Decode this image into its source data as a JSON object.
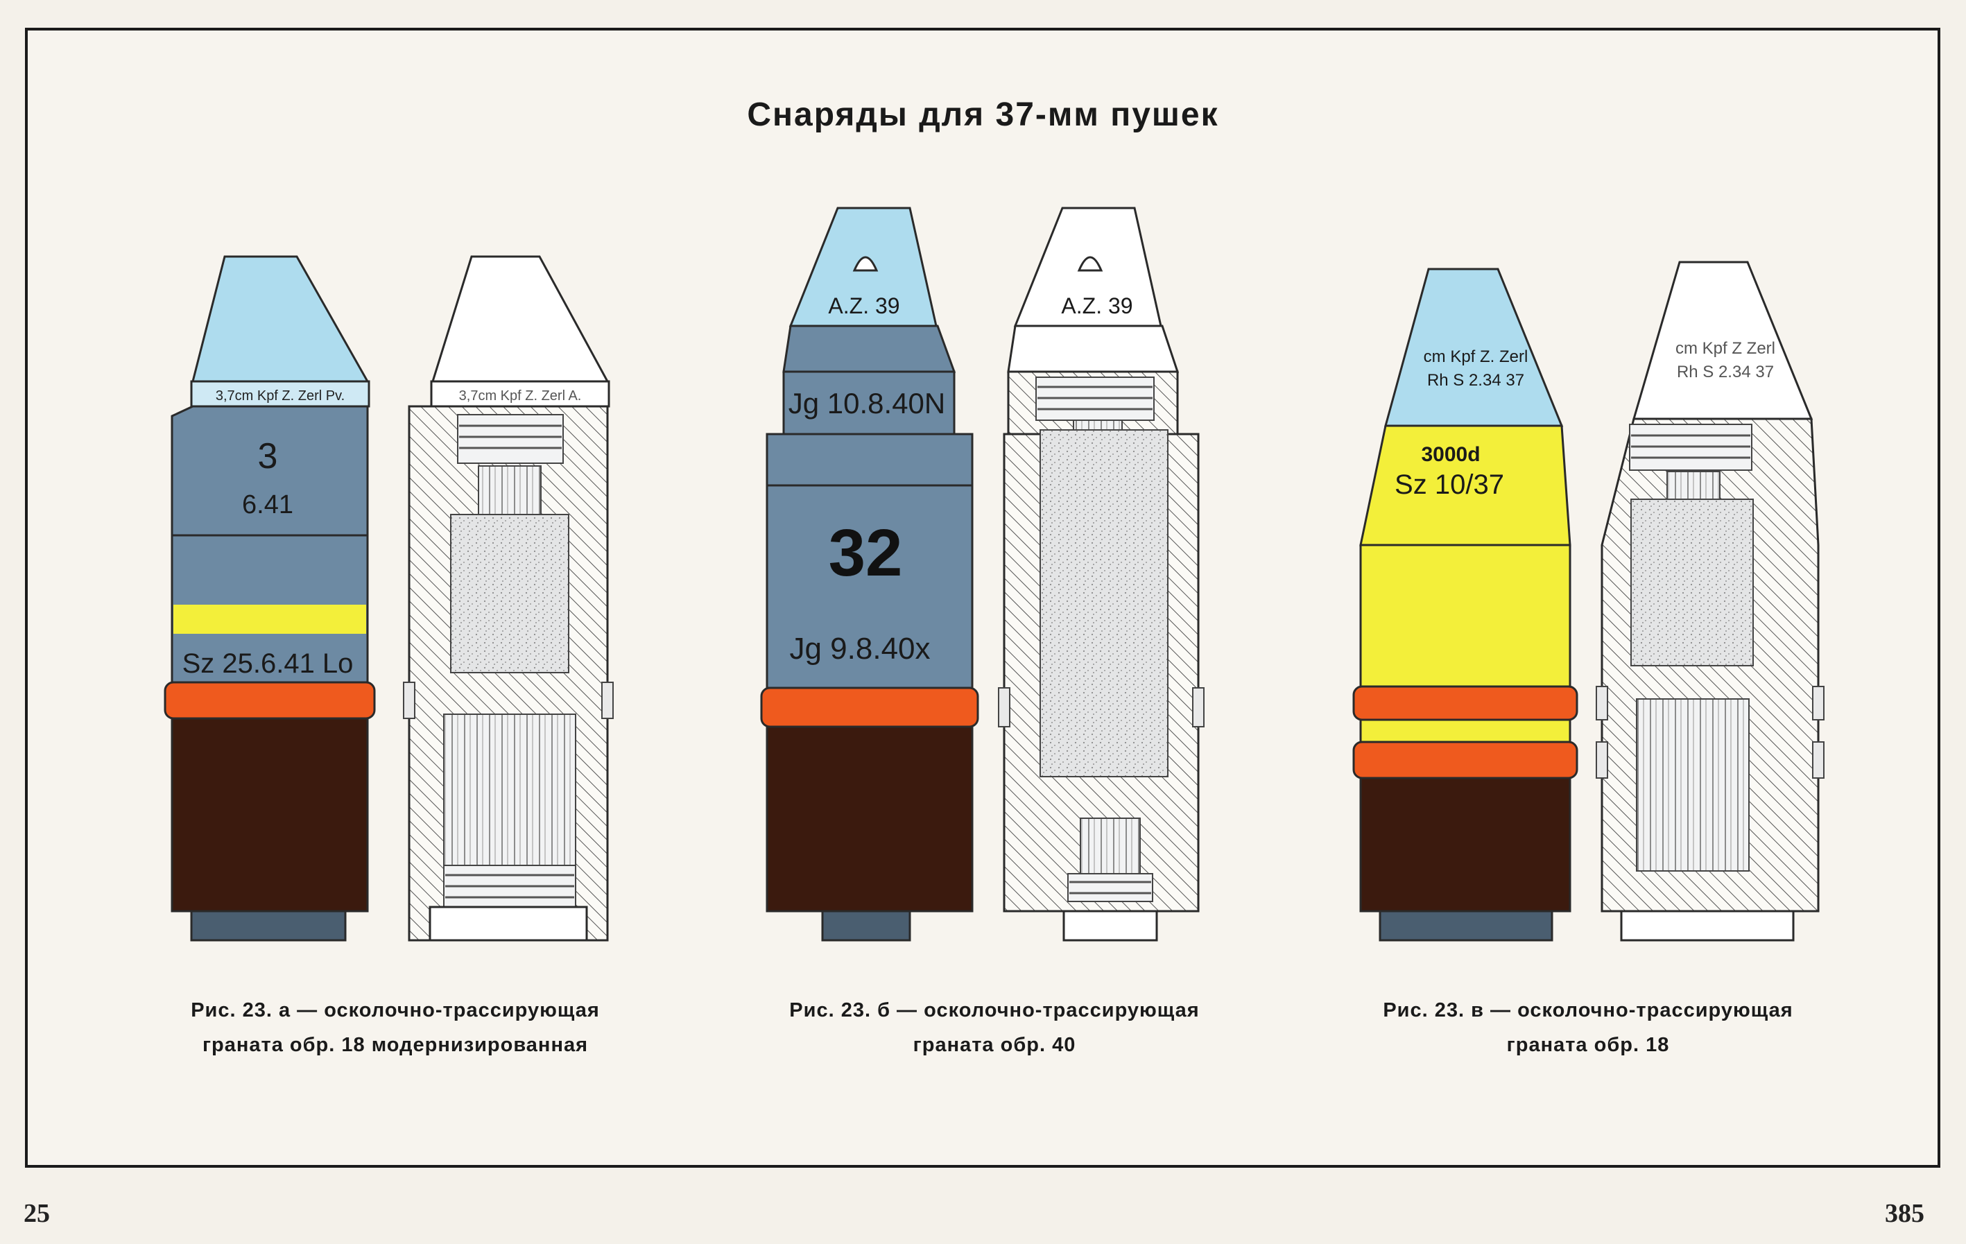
{
  "title": "Снаряды для 37-мм пушек",
  "page_left": "25",
  "page_right": "385",
  "colors": {
    "ogive_blue": "#aedcee",
    "body_blue": "#6d8aa3",
    "body_blue_dark": "#5a7891",
    "yellow": "#f3ef3a",
    "band_orange": "#ef5a1e",
    "tracer_brown": "#3b1a0e",
    "base_plug": "#4a5e70",
    "outline": "#2a2a2a"
  },
  "shells": [
    {
      "id": "a",
      "caption_line1": "Рис. 23. а — осколочно-трассирующая",
      "caption_line2": "граната обр. 18 модернизированная",
      "fuze_marking": "3,7cm Kpf Z. Zerl Pv.",
      "fuze_marking_cut": "3,7cm Kpf Z. Zerl A.",
      "body_number": "3",
      "body_date": "6.41",
      "band_text": "Sz 25.6.41 Lo"
    },
    {
      "id": "b",
      "caption_line1": "Рис. 23. б — осколочно-трассирующая",
      "caption_line2": "граната обр. 40",
      "fuze_marking": "A.Z. 39",
      "fuze_marking_cut": "A.Z. 39",
      "upper_marking": "Jg 10.8.40N",
      "body_number": "32",
      "lower_marking": "Jg 9.8.40x"
    },
    {
      "id": "c",
      "caption_line1": "Рис. 23. в — осколочно-трассирующая",
      "caption_line2": "граната обр. 18",
      "fuze_marking_1": "cm Kpf Z. Zerl",
      "fuze_marking_2": "Rh S 2.34 37",
      "fuze_marking_cut_1": "cm Kpf Z Zerl",
      "fuze_marking_cut_2": "Rh S 2.34 37",
      "body_marking_1": "3000d",
      "body_marking_2": "Sz 10/37"
    }
  ]
}
